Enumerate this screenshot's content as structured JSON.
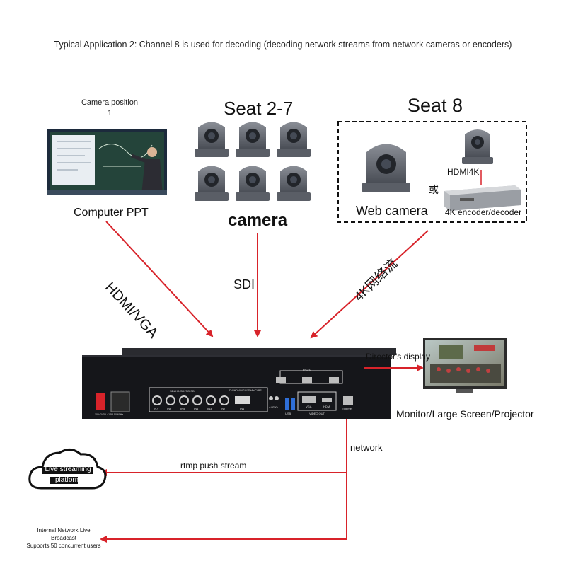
{
  "title": "Typical Application 2: Channel 8 is used for decoding (decoding network streams from network cameras or encoders)",
  "camera_position": {
    "line1": "Camera position",
    "line2": "1"
  },
  "seat_2_7": "Seat 2-7",
  "seat_8": "Seat 8",
  "computer_ppt": "Computer PPT",
  "camera": "camera",
  "web_camera": "Web camera",
  "hdmi4k": "HDMI4K",
  "or_char": "或",
  "encoder": "4K encoder/decoder",
  "arrow_hdmi_vga": "HDMI/VGA",
  "arrow_sdi": "SDI",
  "arrow_4k_network": "4K网络流",
  "directors_display": "Director's display",
  "monitor": "Monitor/Large Screen/Projector",
  "network": "network",
  "rtmp": "rtmp push stream",
  "live_platform": {
    "line1": "Live streaming",
    "line2": "platform"
  },
  "intranet": {
    "line1": "Internal Network Live",
    "line2": "Broadcast",
    "line3": "Supports 50 concurrent users"
  },
  "device": {
    "rs232": "RS232",
    "sdi_header": "SDI/HD-SDI/3G-SDI",
    "dvi_header": "DVI/HDMI/VGA/YPbPr/CVBS",
    "sdi_ports": [
      "IN7",
      "IN6",
      "IN5",
      "IN4",
      "IN3",
      "IN2"
    ],
    "dvi_port": "IN1",
    "audio": "AUDIO",
    "usb": "USB",
    "vga": "VGA",
    "hdmi": "HDMI",
    "video_out": "VIDEO OUT",
    "ethernet": "Ethernet",
    "power": "100~240V ~1.5A 50/60Hz"
  },
  "colors": {
    "arrow": "#d8232a",
    "device": "#15161a",
    "text": "#222222"
  }
}
